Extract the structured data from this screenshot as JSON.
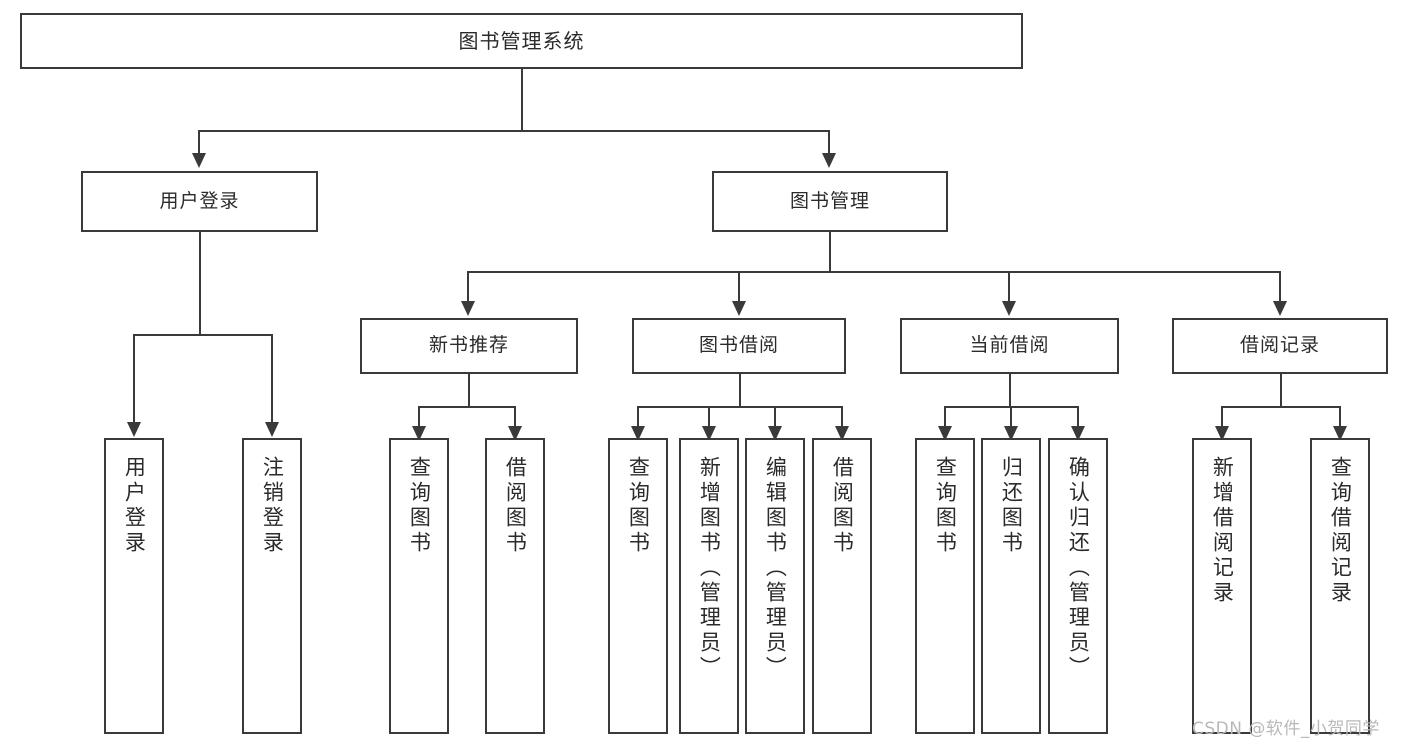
{
  "diagram": {
    "title": "图书管理系统",
    "type": "hierarchy-tree",
    "root": {
      "label": "图书管理系统"
    },
    "level2": [
      {
        "label": "用户登录"
      },
      {
        "label": "图书管理"
      }
    ],
    "level3": [
      {
        "label": "新书推荐"
      },
      {
        "label": "图书借阅"
      },
      {
        "label": "当前借阅"
      },
      {
        "label": "借阅记录"
      }
    ],
    "leaves": [
      {
        "label": "用户登录",
        "parent": "用户登录"
      },
      {
        "label": "注销登录",
        "parent": "用户登录"
      },
      {
        "label": "查询图书",
        "parent": "新书推荐"
      },
      {
        "label": "借阅图书",
        "parent": "新书推荐"
      },
      {
        "label": "查询图书",
        "parent": "图书借阅"
      },
      {
        "label": "新增图书（管理员）",
        "parent": "图书借阅"
      },
      {
        "label": "编辑图书（管理员）",
        "parent": "图书借阅"
      },
      {
        "label": "借阅图书",
        "parent": "图书借阅"
      },
      {
        "label": "查询图书",
        "parent": "当前借阅"
      },
      {
        "label": "归还图书",
        "parent": "当前借阅"
      },
      {
        "label": "确认归还（管理员）",
        "parent": "当前借阅"
      },
      {
        "label": "新增借阅记录",
        "parent": "借阅记录"
      },
      {
        "label": "查询借阅记录",
        "parent": "借阅记录"
      }
    ]
  },
  "watermark": {
    "text": "CSDN @软件_小贺同学"
  },
  "colors": {
    "stroke": "#3a3a3a",
    "text": "#2b2b2b",
    "background": "#ffffff",
    "watermark": "#b9b9b9"
  }
}
